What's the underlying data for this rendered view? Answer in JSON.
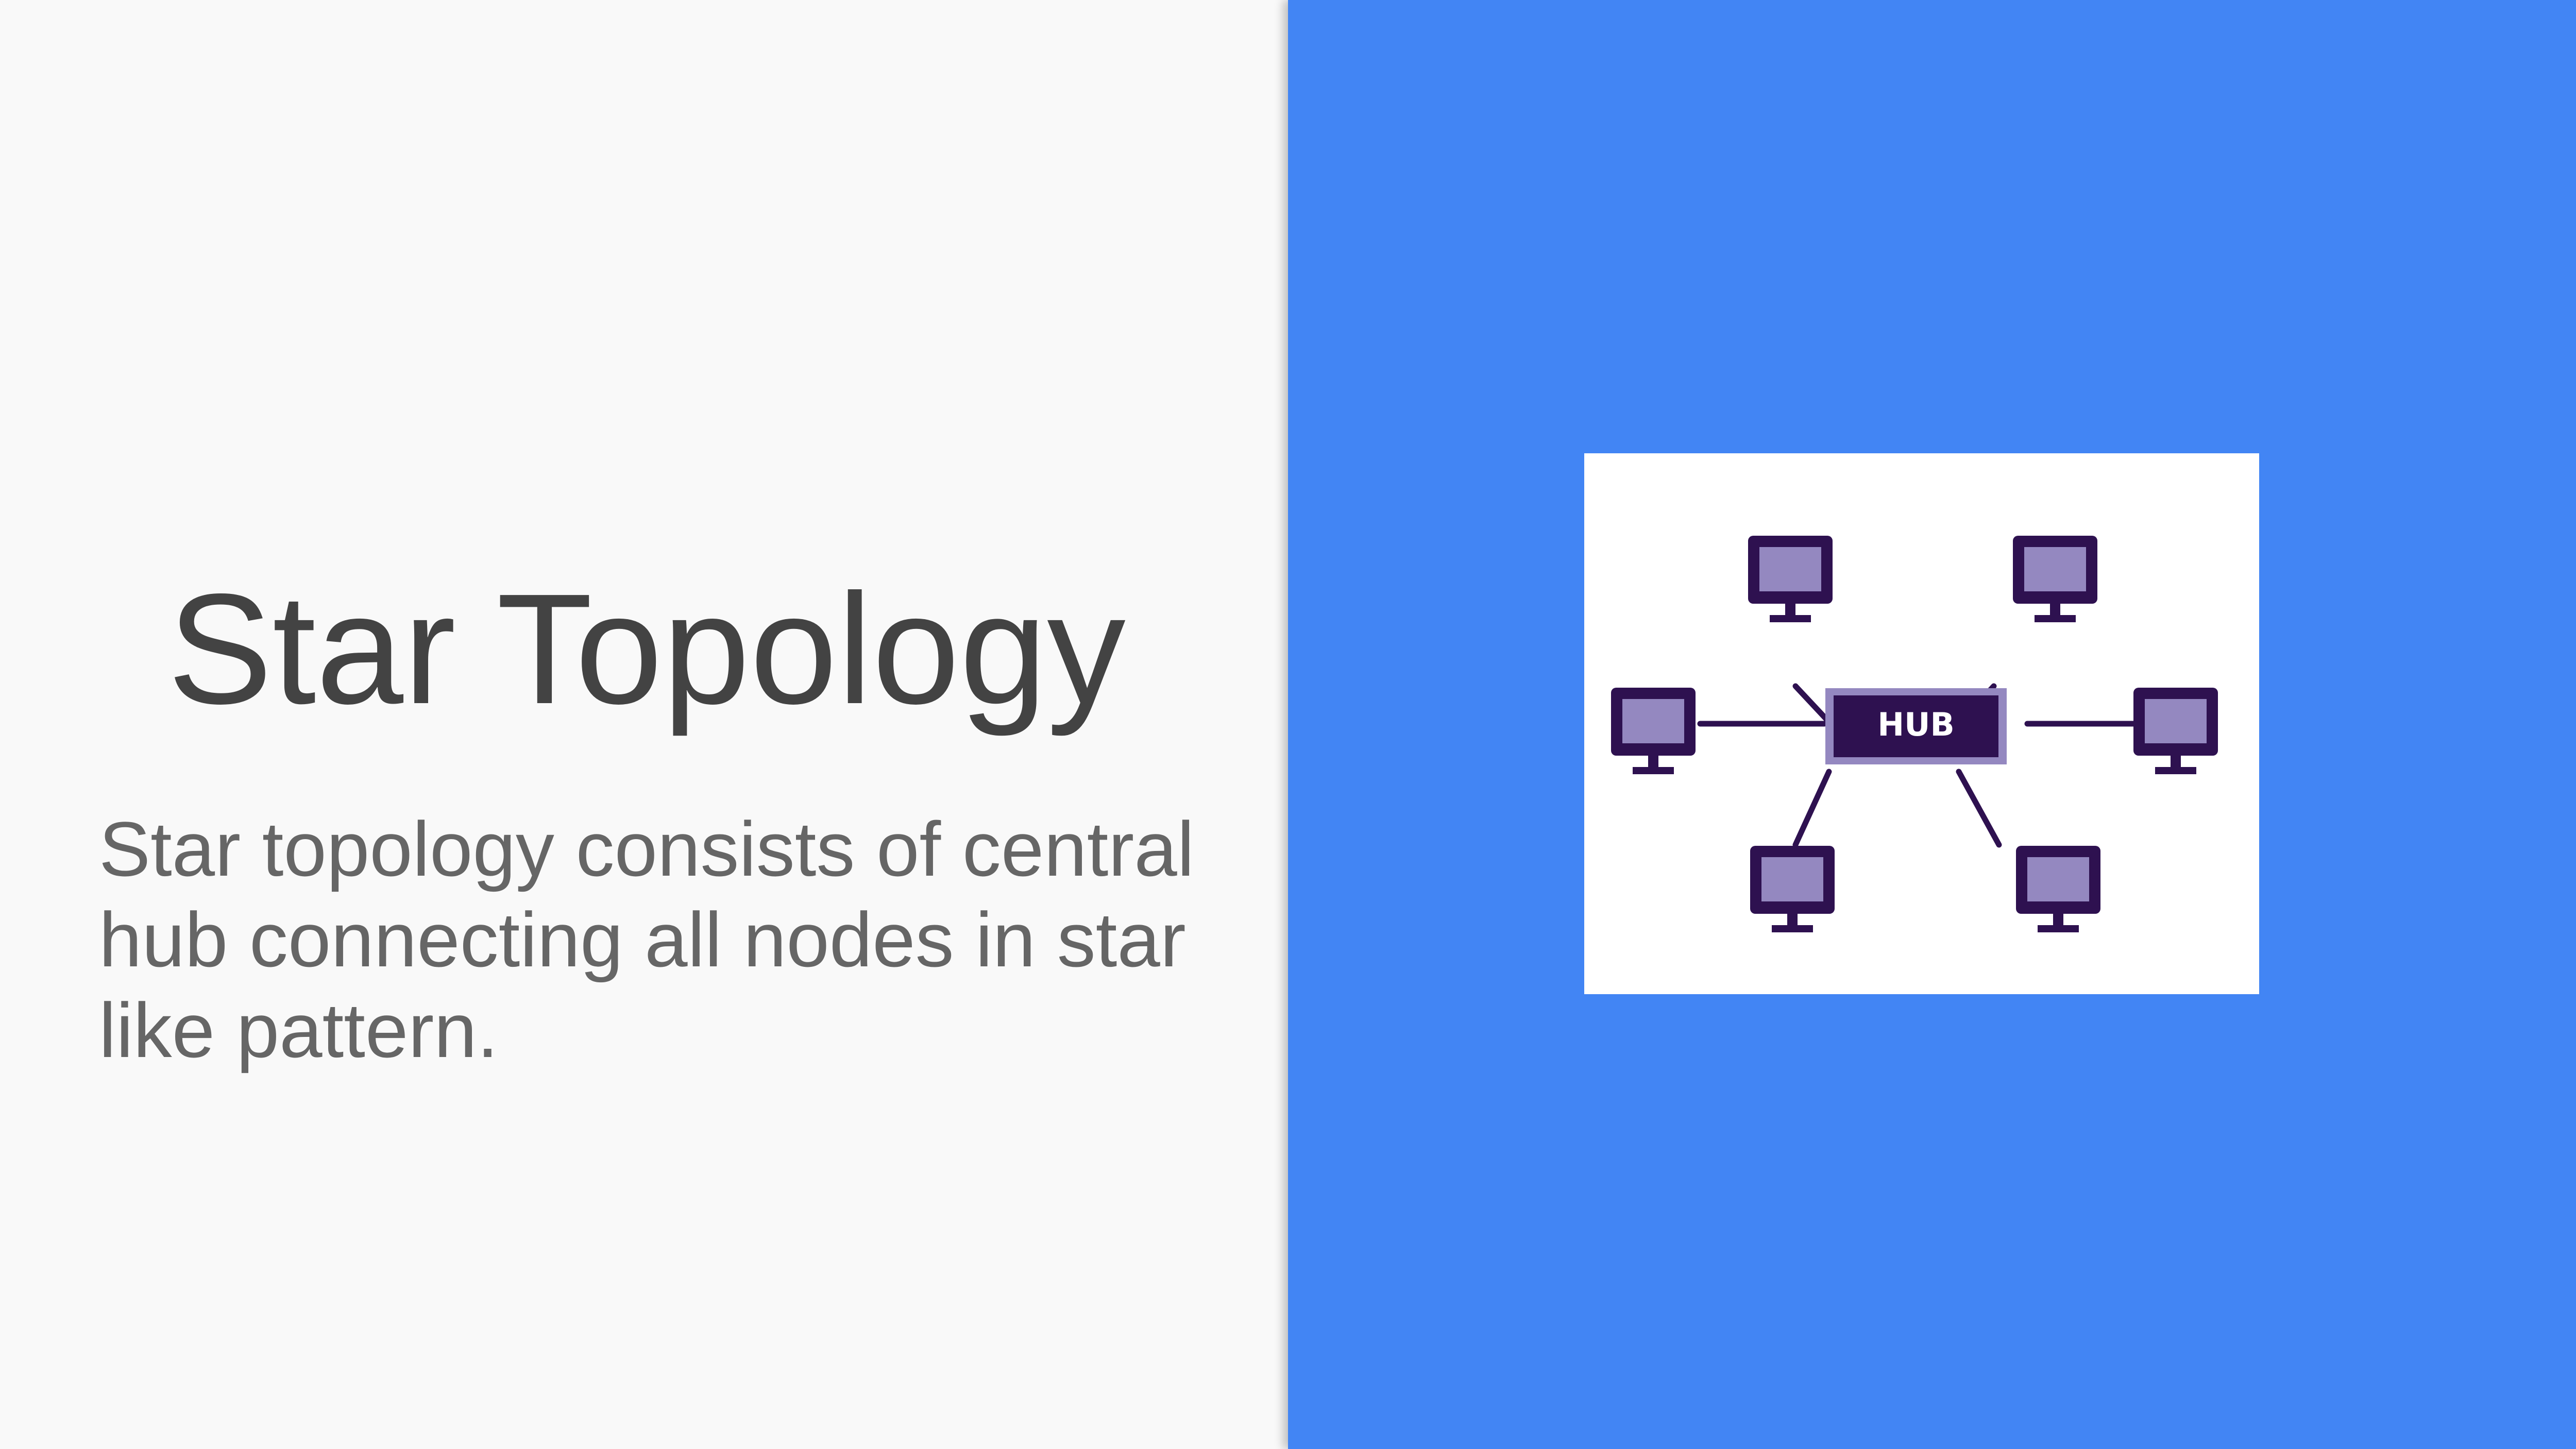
{
  "slide": {
    "title": "Star Topology",
    "body": "Star topology consists of central hub connecting all nodes in star like pattern."
  },
  "diagram": {
    "hub_label": "HUB",
    "node_count": 6
  },
  "colors": {
    "left_background": "#f9f9f9",
    "right_background": "#4285f4",
    "title_text": "#434343",
    "body_text": "#666666",
    "diagram_dark": "#2e1150",
    "diagram_light": "#9488c0"
  }
}
